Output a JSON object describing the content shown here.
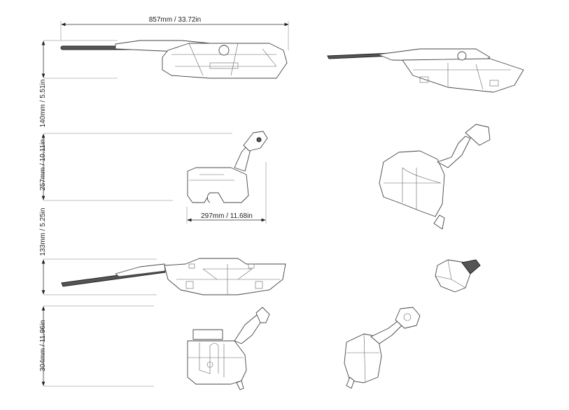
{
  "dimensions": {
    "overall_length": "857mm / 33.72in",
    "height_view1": "140mm / 5.51in",
    "height_view2": "257mm / 10.11in",
    "width_view2": "297mm / 11.68in",
    "height_view3": "133mm / 5.25in",
    "height_view4": "304mm / 11.96in"
  },
  "colors": {
    "line": "#333333",
    "background": "#ffffff"
  }
}
